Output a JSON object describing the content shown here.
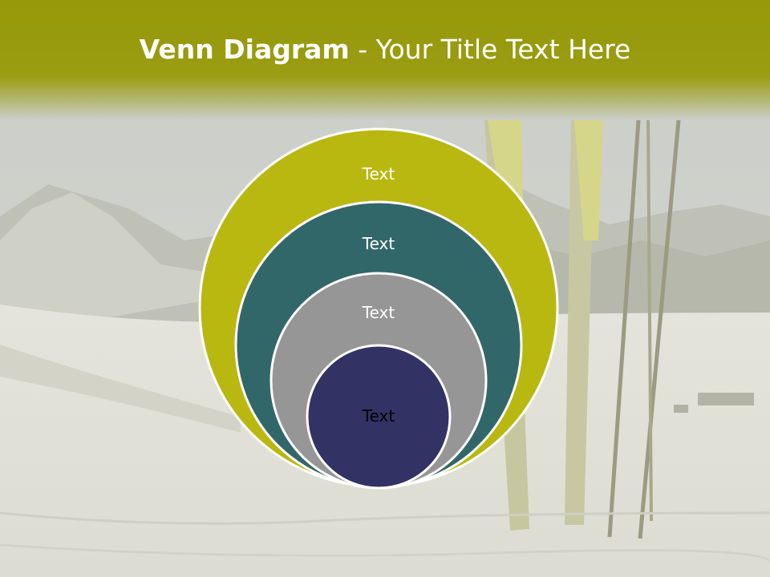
{
  "slide": {
    "title_bold": "Venn Diagram",
    "title_rest": " - Your Title Text Here"
  },
  "diagram": {
    "circles": [
      {
        "label": "Text",
        "fill": "#b9b811",
        "text_color": "#ffffff"
      },
      {
        "label": "Text",
        "fill": "#326769",
        "text_color": "#ffffff"
      },
      {
        "label": "Text",
        "fill": "#969696",
        "text_color": "#ffffff"
      },
      {
        "label": "Text",
        "fill": "#333264",
        "text_color": "#000000"
      }
    ]
  },
  "colors": {
    "header_bar": "#97990a",
    "circle_border": "#ffffff"
  }
}
